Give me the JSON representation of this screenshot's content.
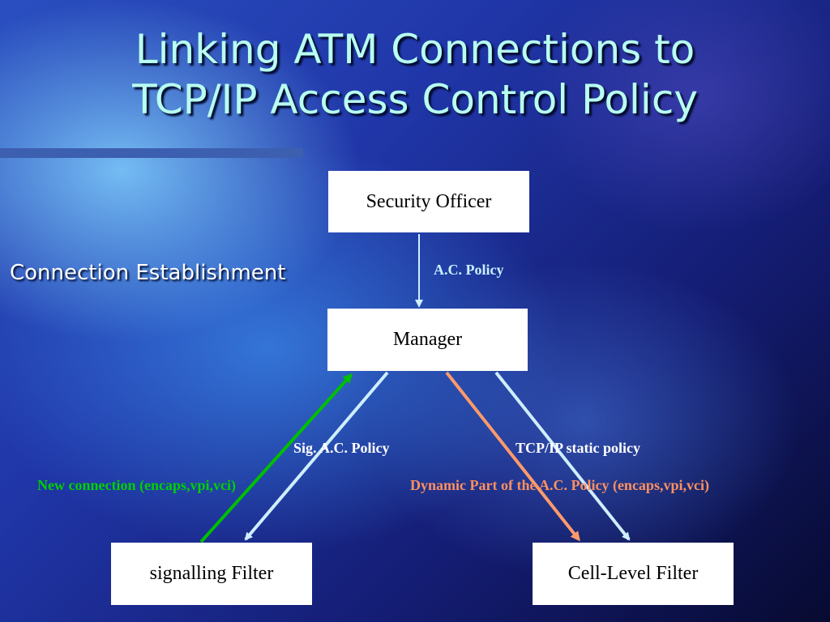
{
  "slide": {
    "title_line1": "Linking ATM Connections to",
    "title_line2": "TCP/IP Access Control Policy",
    "subheading": "Connection Establishment"
  },
  "nodes": {
    "security_officer": "Security Officer",
    "manager": "Manager",
    "signalling_filter": "signalling Filter",
    "cell_level_filter": "Cell-Level Filter"
  },
  "edges": {
    "ac_policy": "A.C. Policy",
    "sig_ac_policy": "Sig. A.C. Policy",
    "tcpip_static_policy": "TCP/IP static policy",
    "new_connection": "New connection (encaps,vpi,vci)",
    "dynamic_part": "Dynamic Part of the A.C. Policy (encaps,vpi,vci)"
  },
  "colors": {
    "title_text": "#b8fff0",
    "arrow_default": "#cfeeff",
    "arrow_new_connection": "#00c000",
    "arrow_dynamic": "#ff9a6a",
    "label_new_connection": "#00d000",
    "label_dynamic": "#ff9060"
  }
}
